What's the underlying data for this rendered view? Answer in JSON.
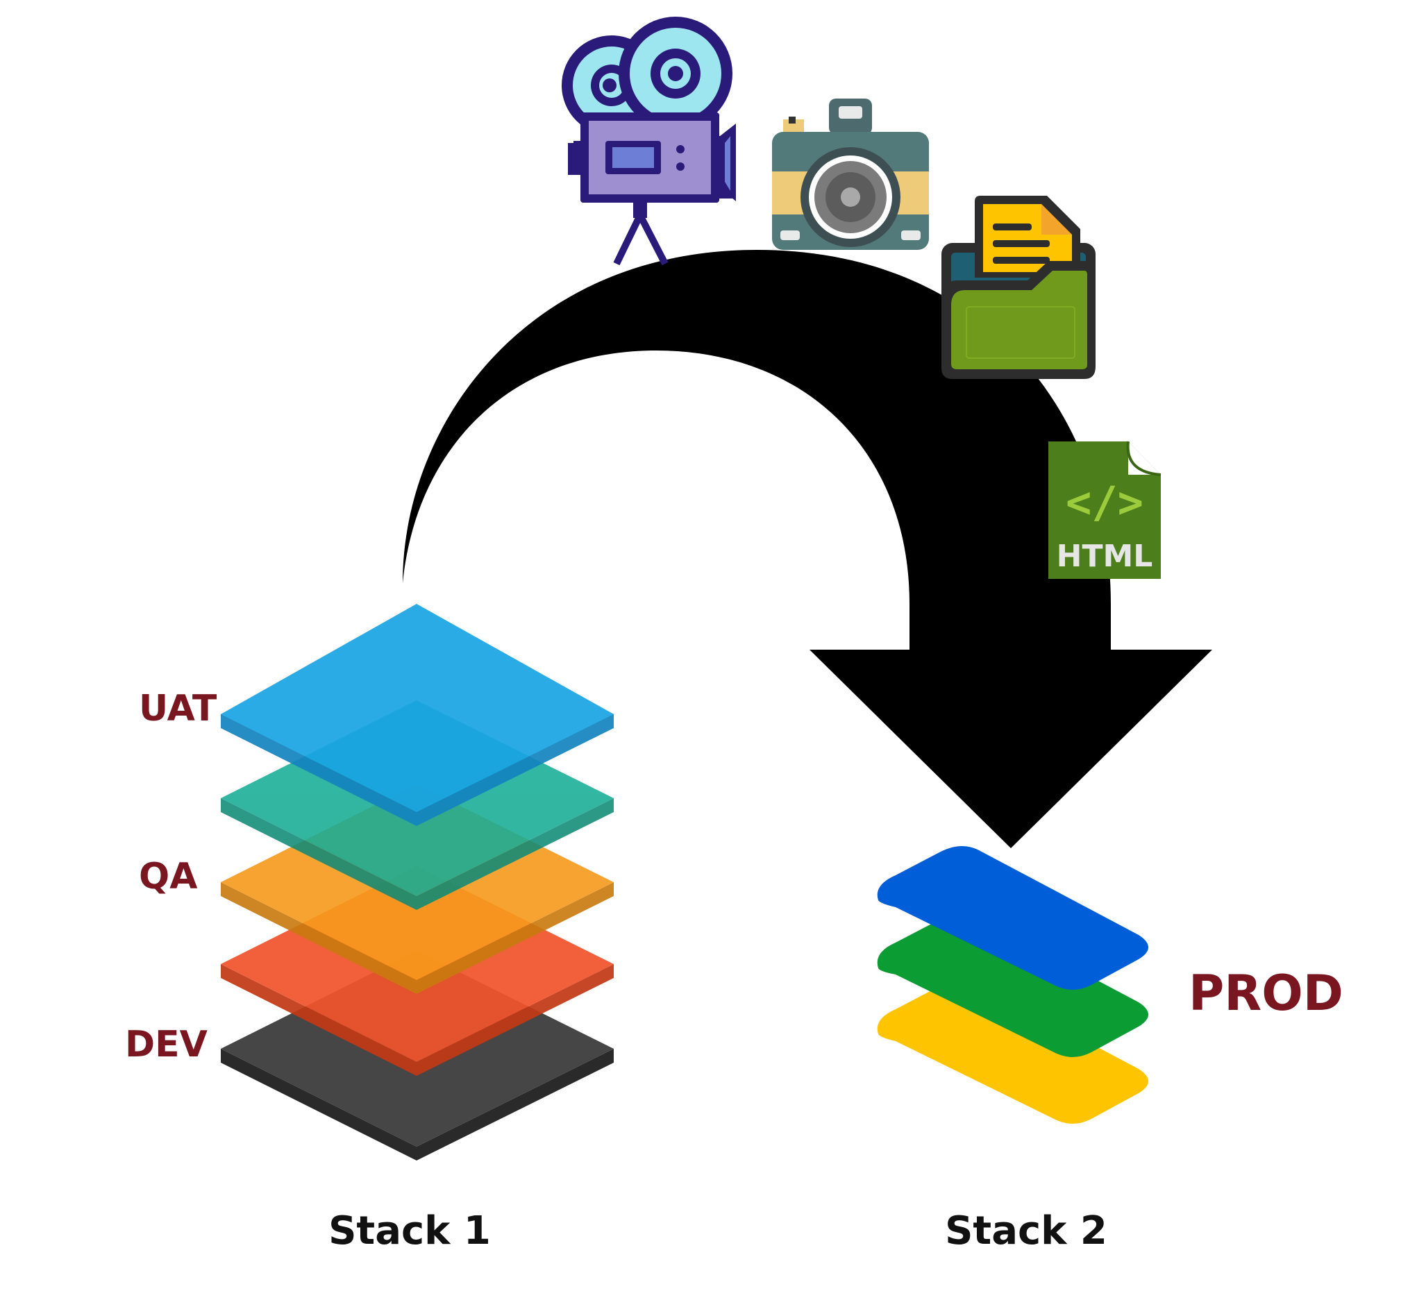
{
  "stack1": {
    "caption": "Stack 1",
    "labels": {
      "uat": "UAT",
      "qa": "QA",
      "dev": "DEV"
    }
  },
  "stack2": {
    "caption": "Stack 2",
    "label": "PROD"
  },
  "icons": {
    "video": "video-camera-icon",
    "photo": "photo-camera-icon",
    "folder": "document-folder-icon",
    "html": "html-file-icon",
    "html_text": "HTML",
    "html_code": "</>"
  },
  "arrow": {
    "name": "curved-arrow",
    "color": "#000000"
  },
  "colors": {
    "label": "#7a1620",
    "caption": "#111111",
    "layer_dark": "#3d3d3d",
    "layer_red": "#f2542d",
    "layer_orange": "#f79a1c",
    "layer_teal": "#16ad95",
    "layer_blue": "#1aa4e4",
    "prod_yellow": "#ffc400",
    "prod_green": "#0c9c34",
    "prod_blue": "#005ed8"
  }
}
